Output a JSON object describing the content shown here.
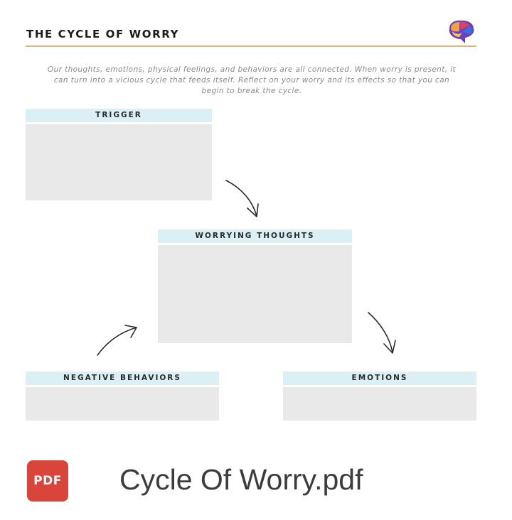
{
  "document": {
    "title": "THE CYCLE OF WORRY",
    "intro": "Our thoughts, emotions, physical feelings, and behaviors are all connected. When worry is present, it can turn into a vicious cycle that feeds itself. Reflect on your worry and its effects so that you can begin to break the cycle.",
    "logo_icon": "brain-icon",
    "sections": {
      "trigger": "TRIGGER",
      "worrying_thoughts": "WORRYING THOUGHTS",
      "negative_behaviors": "NEGATIVE BEHAVIORS",
      "emotions": "EMOTIONS"
    },
    "colors": {
      "label_band": "#daf0f4",
      "box_fill": "#e9e9e9",
      "title_rule": "#d9b877"
    }
  },
  "attachment": {
    "file_name": "Cycle Of Worry.pdf",
    "file_type_label": "PDF",
    "icon_color": "#d9453a"
  }
}
